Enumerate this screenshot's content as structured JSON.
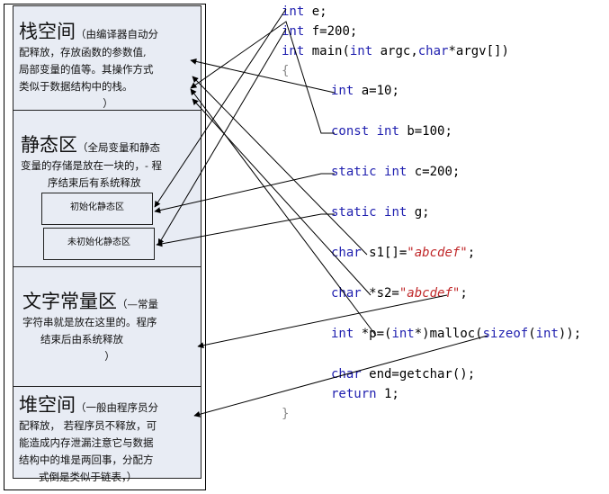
{
  "memory_regions": {
    "stack": {
      "title": "栈空间",
      "desc_1": "（由编译器自动分",
      "desc_2": "配释放，存放函数的参数值,",
      "desc_3": "局部变量的值等。其操作方式",
      "desc_4": "类似于数据结构中的栈。",
      "desc_5": "）"
    },
    "static": {
      "title": "静态区",
      "desc_1": "（全局变量和静态",
      "desc_2": "变量的存储是放在一块的，- 程",
      "desc_3": "序结束后有系统释放",
      "initialized": "初始化静态区",
      "uninitialized": "未初始化静态区"
    },
    "literal": {
      "title": "文字常量区",
      "desc_1": "（—常量",
      "desc_2": "字符串就是放在这里的。程序",
      "desc_3": "结束后由系统释放",
      "desc_4": "）"
    },
    "heap": {
      "title": "堆空间",
      "desc_1": "（一般由程序员分",
      "desc_2": "配释放， 若程序员不释放，可",
      "desc_3": "能造成内存泄漏注意它与数据",
      "desc_4": "结构中的堆是两回事，分配方",
      "desc_5": "式倒是类似于链表，）"
    }
  },
  "code": {
    "l1": {
      "kw": "int",
      "rest": " e;"
    },
    "l2": {
      "kw": "int",
      "rest": " f=200;"
    },
    "l3": {
      "kw1": "int",
      "mid1": " main(",
      "kw2": "int",
      "mid2": " argc,",
      "kw3": "char",
      "rest": "*argv[])"
    },
    "l4": {
      "brace": "{"
    },
    "l5": {
      "kw": "int",
      "rest": " a=10;"
    },
    "l6": {
      "kw1": "const",
      "sp": " ",
      "kw2": "int",
      "rest": " b=100;"
    },
    "l7": {
      "kw1": "static",
      "sp": " ",
      "kw2": "int",
      "rest": " c=200;"
    },
    "l8": {
      "kw1": "static",
      "sp": " ",
      "kw2": "int",
      "rest": " g;"
    },
    "l9": {
      "kw": "char",
      "mid": " s1[]=",
      "str": "\"abcdef\"",
      "rest": ";"
    },
    "l10": {
      "kw": "char",
      "mid": " *s2=",
      "str": "\"abcdef\"",
      "rest": ";"
    },
    "l11": {
      "kw1": "int",
      "mid1": " *p=(",
      "kw2": "int",
      "mid2": "*)malloc(",
      "kw3": "sizeof",
      "mid3": "(",
      "kw4": "int",
      "rest": "));"
    },
    "l12": {
      "kw": "char",
      "rest": " end=getchar();"
    },
    "l13": {
      "kw": "return",
      "rest": " 1;"
    },
    "l14": {
      "brace": "}"
    }
  },
  "colors": {
    "keyword": "#1f1faf",
    "string": "#c0282a",
    "region_fill": "#e8ecf4"
  }
}
